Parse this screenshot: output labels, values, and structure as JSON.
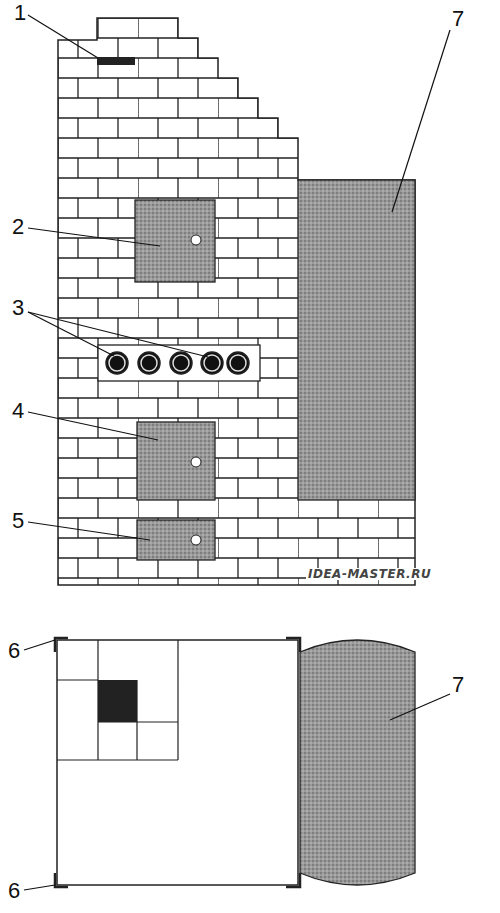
{
  "diagram": {
    "labels": [
      "1",
      "7",
      "2",
      "3",
      "4",
      "5",
      "IDEA-MASTER.RU",
      "6",
      "7",
      "6"
    ]
  }
}
